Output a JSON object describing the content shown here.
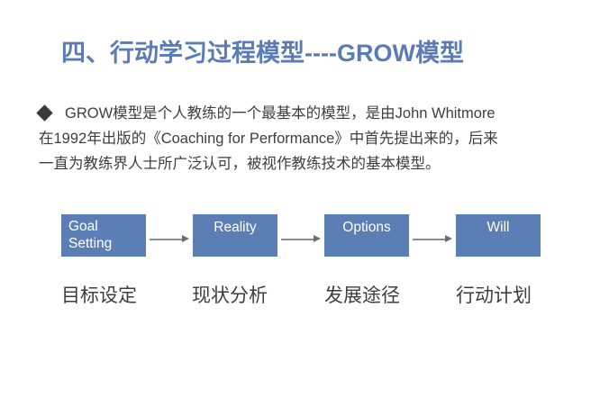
{
  "slide": {
    "title": "四、行动学习过程模型----GROW模型",
    "title_color": "#5B7BB4",
    "background": "#ffffff"
  },
  "body": {
    "bullet_glyph": "diamond-bullet",
    "lines": [
      "GROW模型是个人教练的一个最基本的模型，是由John Whitmore",
      "在1992年出版的《Coaching for Performance》中首先提出来的，后来",
      "一直为教练界人士所广泛认可，被视作教练技术的基本模型。"
    ],
    "text_color": "#3E3E3E"
  },
  "diagram": {
    "box_fill": "#5B7FB5",
    "box_text_color": "#ffffff",
    "arrow_color": "#8C8C8C",
    "boxes": [
      {
        "label": "Goal\nSetting",
        "caption": "目标设定"
      },
      {
        "label": "Reality",
        "caption": "现状分析"
      },
      {
        "label": "Options",
        "caption": "发展途径"
      },
      {
        "label": "Will",
        "caption": "行动计划"
      }
    ]
  }
}
